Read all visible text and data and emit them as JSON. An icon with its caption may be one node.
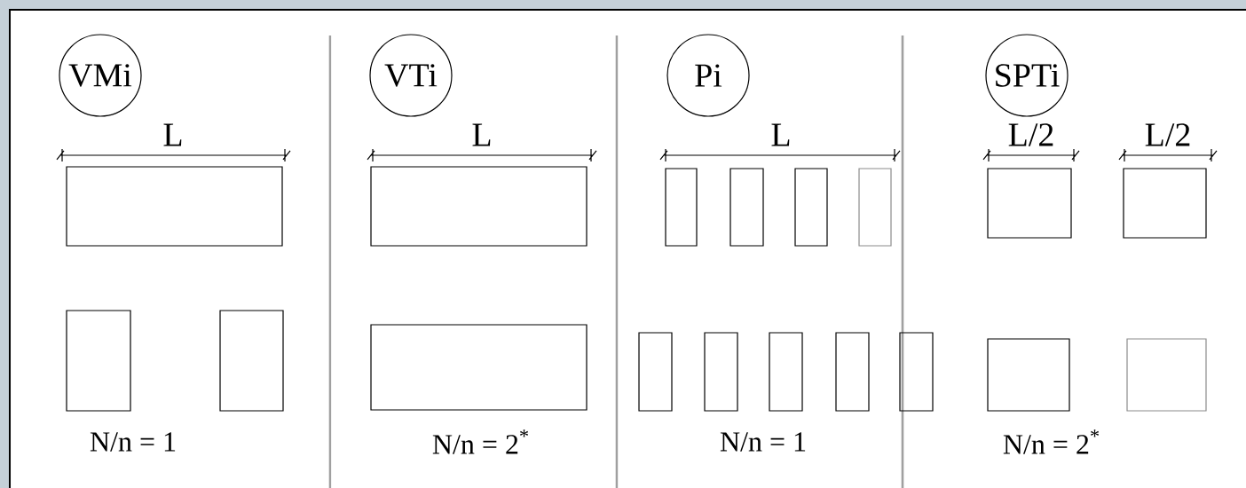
{
  "diagram": {
    "nodes": [
      {
        "text": [
          "VMi"
        ]
      },
      {
        "text": [],
        "shape": "box"
      },
      {
        "text": [],
        "shape": "box"
      },
      {
        "text": [],
        "shape": "box"
      },
      {
        "text": [
          "VTi"
        ]
      },
      {
        "text": [],
        "shape": "box"
      },
      {
        "text": [],
        "shape": "box"
      },
      {
        "text": [
          "Pi"
        ]
      },
      {
        "text": [],
        "shape": "box"
      },
      {
        "text": [],
        "shape": "box"
      },
      {
        "text": [],
        "shape": "box"
      },
      {
        "text": [],
        "shape": "box"
      },
      {
        "text": [],
        "shape": "box"
      },
      {
        "text": [],
        "shape": "box"
      },
      {
        "text": [],
        "shape": "box"
      },
      {
        "text": [],
        "shape": "box"
      },
      {
        "text": [],
        "shape": "box"
      },
      {
        "text": [
          "SPTi"
        ]
      },
      {
        "text": [],
        "shape": "box"
      },
      {
        "text": [],
        "shape": "box"
      },
      {
        "text": [],
        "shape": "box"
      },
      {
        "text": [],
        "shape": "box"
      }
    ],
    "labels": [
      "L",
      "L",
      "L",
      "L/2",
      "L/2",
      "N/n = 1",
      "N/n = 2$^{*}$",
      "N/n = 1",
      "N/n = 2$^{*}$"
    ]
  }
}
